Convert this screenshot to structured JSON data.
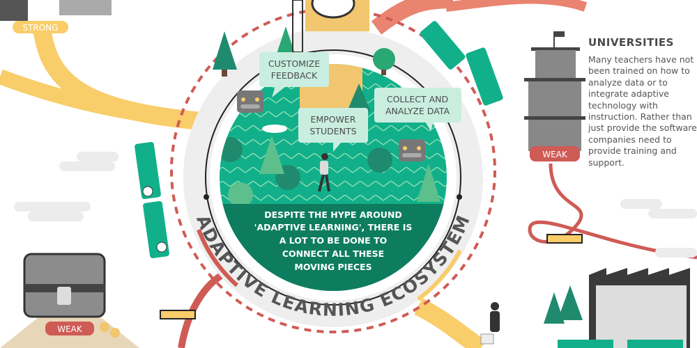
{
  "ecosystem": {
    "ring_title": "ADAPTIVE LEARNING ECOSYSTEM",
    "center_message": [
      "DESPITE THE HYPE AROUND",
      "'ADAPTIVE LEARNING', THERE IS",
      "A LOT TO BE DONE TO",
      "CONNECT ALL THESE",
      "MOVING PIECES"
    ],
    "bubbles": {
      "customize": [
        "CUSTOMIZE",
        "FEEDBACK"
      ],
      "empower": [
        "EMPOWER",
        "STUDENTS"
      ],
      "collect": [
        "COLLECT AND",
        "ANALYZE DATA"
      ]
    }
  },
  "universities": {
    "title": "UNIVERSITIES",
    "body": "Many teachers have not been trained on how to analyze data or to integrate adaptive technology with instruction. Rather than just provide the software, companies need to provide training and support.",
    "strength": "WEAK"
  },
  "labels": {
    "top_left_strength": "STRONG",
    "treasure_strength": "WEAK"
  },
  "colors": {
    "green": "#12b08a",
    "dark_green": "#0e7d5f",
    "red": "#cf5b55",
    "yellow": "#f8cd6a",
    "salmon": "#e98470",
    "gray": "#8c8c8c"
  }
}
